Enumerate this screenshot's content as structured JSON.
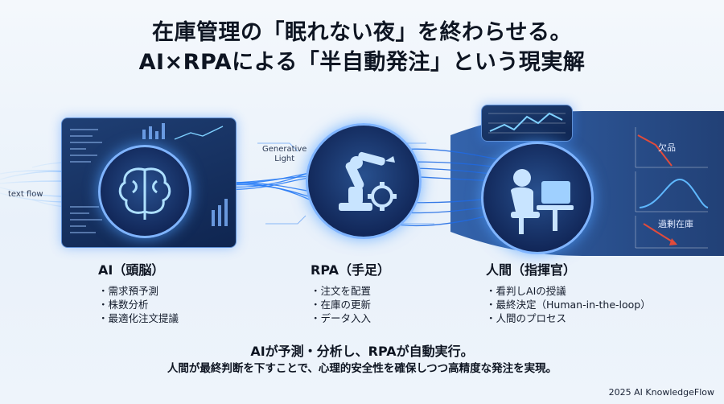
{
  "title": {
    "line1": "在庫管理の「眠れない夜」を終わらせる。",
    "line2": "AI×RPAによる「半自動発注」という現実解"
  },
  "diagram": {
    "input_label": "text flow",
    "generative_label_1": "Generative",
    "generative_label_2": "Light",
    "output_labels": [
      "欠品",
      "過剰在庫"
    ],
    "icons": [
      "brain-icon",
      "robot-arm-icon",
      "gear-icon",
      "person-at-desk-icon",
      "line-chart-icon"
    ],
    "colors": {
      "panel": "#16336a",
      "glow": "#4aa3ff",
      "accent_red": "#e14b3b"
    }
  },
  "columns": [
    {
      "heading": "AI（頭脳）",
      "items": [
        "需求預予測",
        "株数分析",
        "最適化注文提議"
      ]
    },
    {
      "heading": "RPA（手足）",
      "items": [
        "注文を配置",
        "在庫の更新",
        "データ入入"
      ]
    },
    {
      "heading": "人間（指揮官）",
      "items": [
        "看判しAIの授議",
        "最終決定（Human-in-the-loop）",
        "人間のプロセス"
      ]
    }
  ],
  "summary": {
    "line1": "AIが予測・分析し、RPAが自動実行。",
    "line2": "人間が最終判断を下すことで、心理的安全性を確保しつつ高精度な発注を実現。"
  },
  "footer": "2025 AI KnowledgeFlow"
}
